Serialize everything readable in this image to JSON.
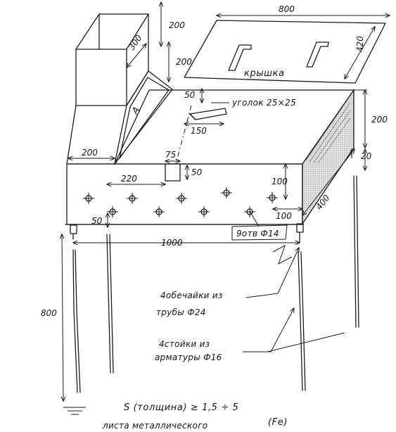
{
  "dimensions": {
    "lid_length": "800",
    "lid_width": "420",
    "hopper_width": "300",
    "hopper_height": "200",
    "hopper_drop": "200",
    "lug_offset": "50",
    "lug_length": "150",
    "body_height": "200",
    "leg_offset": "20",
    "hopper_base": "200",
    "slot_width": "75",
    "slot_height": "50",
    "slot_position": "220",
    "hole_row_height": "100",
    "hole_edge_offset": "100",
    "body_depth": "400",
    "bottom_offset": "50",
    "body_length": "1000",
    "leg_height": "800"
  },
  "labels": {
    "lid": "крышка",
    "angle": "уголок 25×25",
    "holes": "9отв Ф14",
    "sleeves_1": "4обечайки из",
    "sleeves_2": "трубы Ф24",
    "legs_1": "4стойки из",
    "legs_2": "арматуры Ф16",
    "thickness": "S (толщина) ≥ 1,5 ÷ 5",
    "sheet": "листа металлического",
    "material": "(Fe)",
    "hopper_mark": "A"
  }
}
